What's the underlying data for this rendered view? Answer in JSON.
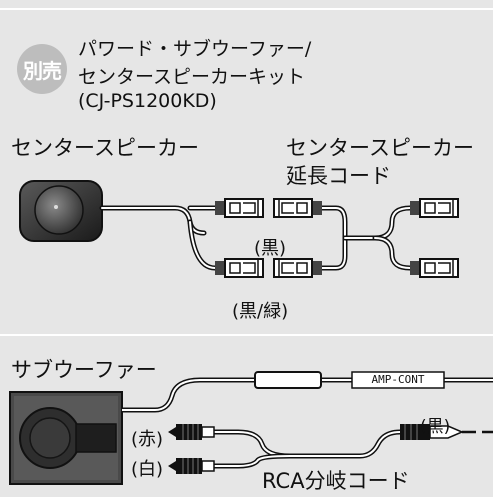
{
  "kit": {
    "badge": "別売",
    "name_line1": "パワード・サブウーファー/",
    "name_line2": "センタースピーカーキット",
    "model": "(CJ-PS1200KD)"
  },
  "center_speaker": {
    "label": "センタースピーカー"
  },
  "extension_cord": {
    "label_line1": "センタースピーカー",
    "label_line2": "延長コード"
  },
  "wire_labels": {
    "black": "(黒)",
    "black_green": "(黒/緑)"
  },
  "subwoofer": {
    "label": "サブウーファー"
  },
  "amp_cont": {
    "label": "AMP-CONT"
  },
  "rca": {
    "red": "(赤)",
    "white": "(白)",
    "black": "(黒)",
    "splitter_label": "RCA分岐コード"
  }
}
